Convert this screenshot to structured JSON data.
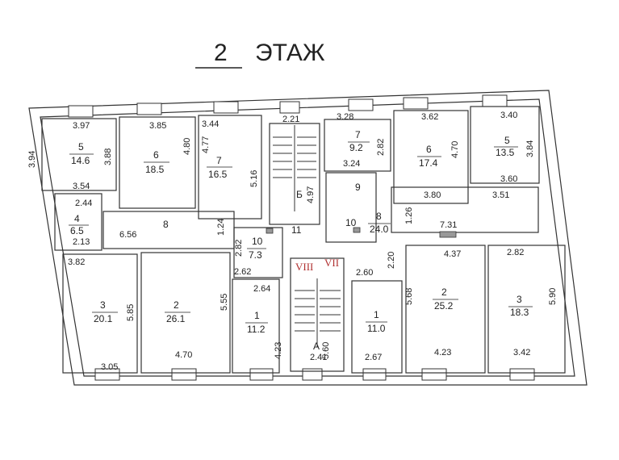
{
  "title": {
    "floor_number": "2",
    "floor_word": "ЭТАЖ"
  },
  "stair_labels": {
    "b": "Б",
    "a": "А",
    "viii": "VIII",
    "vii": "VII",
    "num11": "11"
  },
  "rooms_left": [
    {
      "id": "5",
      "area": "14.6"
    },
    {
      "id": "6",
      "area": "18.5"
    },
    {
      "id": "7",
      "area": "16.5"
    },
    {
      "id": "4",
      "area": "6.5"
    },
    {
      "id": "8",
      "area": ""
    },
    {
      "id": "10",
      "area": "7.3"
    },
    {
      "id": "3",
      "area": "20.1"
    },
    {
      "id": "2",
      "area": "26.1"
    },
    {
      "id": "1",
      "area": "11.2"
    }
  ],
  "rooms_right": [
    {
      "id": "7",
      "area": "9.2"
    },
    {
      "id": "6",
      "area": "17.4"
    },
    {
      "id": "5",
      "area": "13.5"
    },
    {
      "id": "9",
      "area": ""
    },
    {
      "id": "10",
      "area": ""
    },
    {
      "id": "8",
      "area": "24.0"
    },
    {
      "id": "1",
      "area": "11.0"
    },
    {
      "id": "2",
      "area": "25.2"
    },
    {
      "id": "3",
      "area": "18.3"
    }
  ],
  "dimensions": [
    "3.97",
    "3.94",
    "3.88",
    "3.54",
    "3.85",
    "4.80",
    "3.44",
    "4.77",
    "5.16",
    "2.21",
    "4.97",
    "2.44",
    "2.13",
    "6.56",
    "1.24",
    "2.82",
    "2.62",
    "2.64",
    "3.82",
    "5.85",
    "3.05",
    "5.55",
    "4.70",
    "4.23",
    "5.60",
    "2.41",
    "3.28",
    "2.82",
    "3.24",
    "3.62",
    "4.70",
    "3.40",
    "3.84",
    "3.60",
    "3.80",
    "3.51",
    "1.26",
    "7.31",
    "2.20",
    "2.60",
    "4.37",
    "2.82",
    "5.68",
    "5.90",
    "2.67",
    "4.23",
    "3.42"
  ]
}
